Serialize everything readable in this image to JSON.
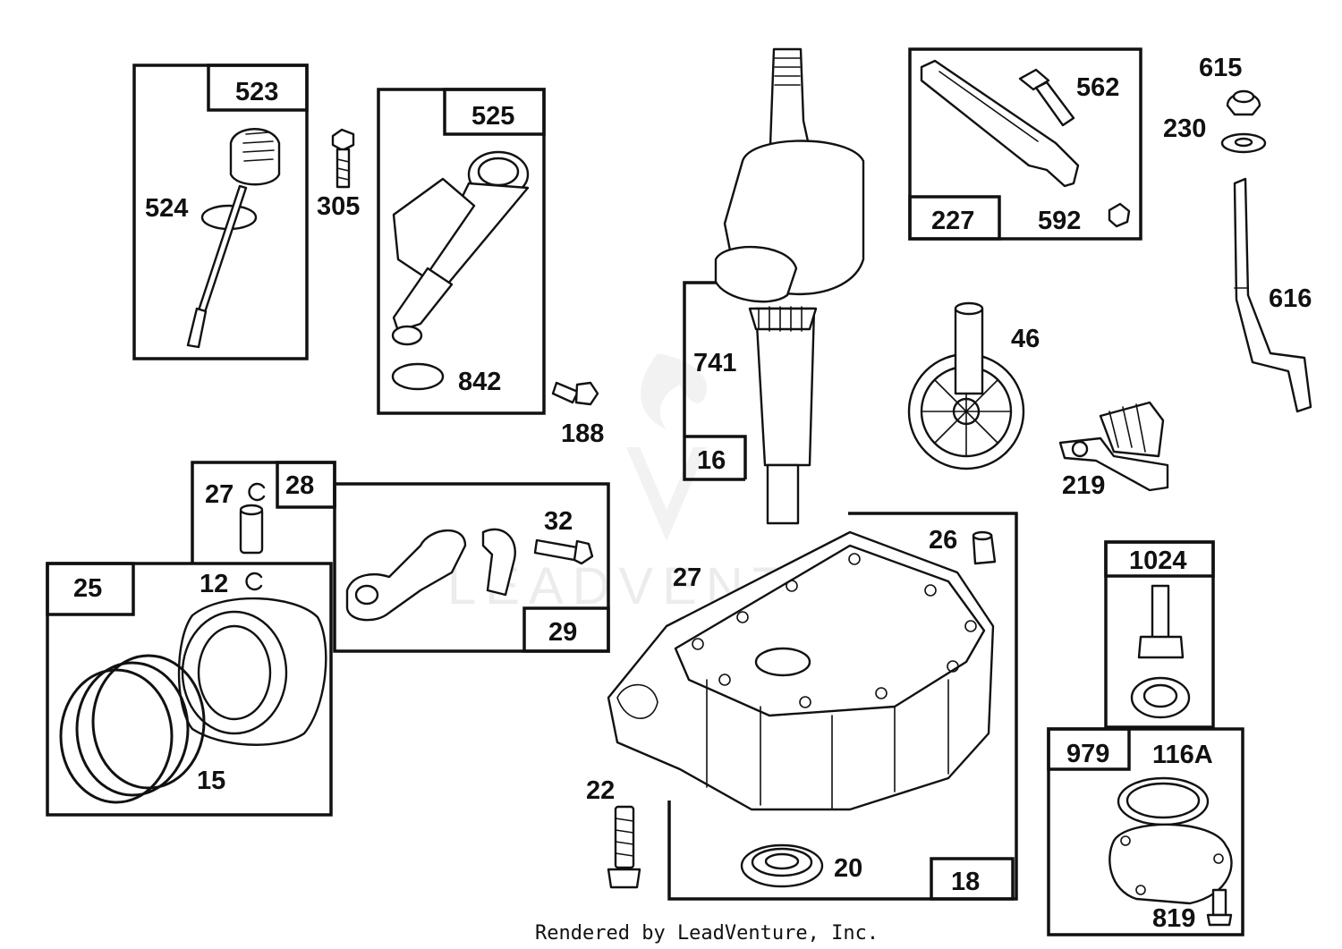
{
  "diagram": {
    "kit_boxes": [
      {
        "id": "523"
      },
      {
        "id": "525"
      },
      {
        "id": "227"
      },
      {
        "id": "16"
      },
      {
        "id": "28"
      },
      {
        "id": "29"
      },
      {
        "id": "25"
      },
      {
        "id": "18"
      },
      {
        "id": "1024"
      },
      {
        "id": "979"
      }
    ],
    "callouts": [
      "524",
      "305",
      "842",
      "188",
      "741",
      "562",
      "592",
      "615",
      "230",
      "616",
      "46",
      "219",
      "27",
      "32",
      "12",
      "15",
      "27",
      "26",
      "22",
      "20",
      "116A",
      "819"
    ],
    "watermark": "LEADVENTURE",
    "credit": "Rendered by LeadVenture, Inc."
  }
}
